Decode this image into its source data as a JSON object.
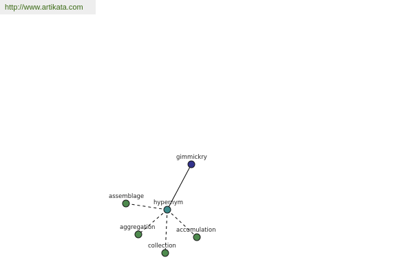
{
  "source_link": {
    "text": "http://www.artikata.com"
  },
  "graph": {
    "center": {
      "label": "hypernym",
      "color": "#3d8c8c"
    },
    "target": {
      "label": "gimmickry",
      "color": "#33338c"
    },
    "hyponyms": [
      {
        "label": "assemblage",
        "color": "#4e8a4e"
      },
      {
        "label": "aggregation",
        "color": "#4e8a4e"
      },
      {
        "label": "collection",
        "color": "#4e8a4e"
      },
      {
        "label": "accumulation",
        "color": "#4e8a4e"
      }
    ]
  },
  "colors": {
    "link_text": "#3a6a14",
    "link_background": "#eeeeee",
    "edge": "#000000",
    "node_outline": "#1a1a1a"
  }
}
